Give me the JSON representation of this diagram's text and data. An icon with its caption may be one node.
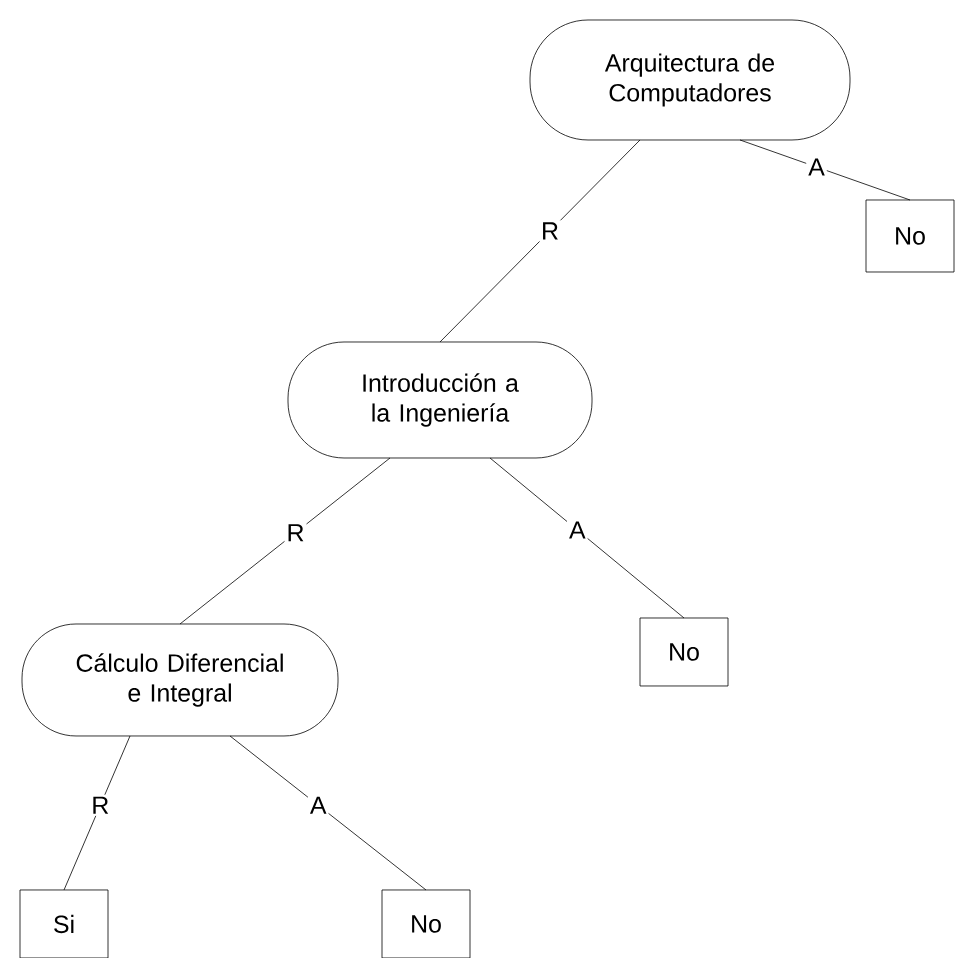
{
  "diagram": {
    "nodes": [
      {
        "text": [
          "Arquitectura de Computadores"
        ]
      },
      {
        "text": [
          "Introducción a la Ingeniería"
        ]
      },
      {
        "text": [
          "No"
        ]
      },
      {
        "text": [
          "Cálculo Diferencial e Integral"
        ]
      },
      {
        "text": [
          "No"
        ]
      },
      {
        "text": [
          "Si"
        ]
      },
      {
        "text": [
          "No"
        ]
      }
    ],
    "edges": [
      {
        "from": 0,
        "to": 1,
        "arrow": "none",
        "label": "R"
      },
      {
        "from": 0,
        "to": 2,
        "arrow": "none",
        "label": "A"
      },
      {
        "from": 1,
        "to": 3,
        "arrow": "none",
        "label": "R"
      },
      {
        "from": 1,
        "to": 4,
        "arrow": "none",
        "label": "A"
      },
      {
        "from": 3,
        "to": 5,
        "arrow": "none",
        "label": "R"
      },
      {
        "from": 3,
        "to": 6,
        "arrow": "none",
        "label": "A"
      }
    ]
  }
}
